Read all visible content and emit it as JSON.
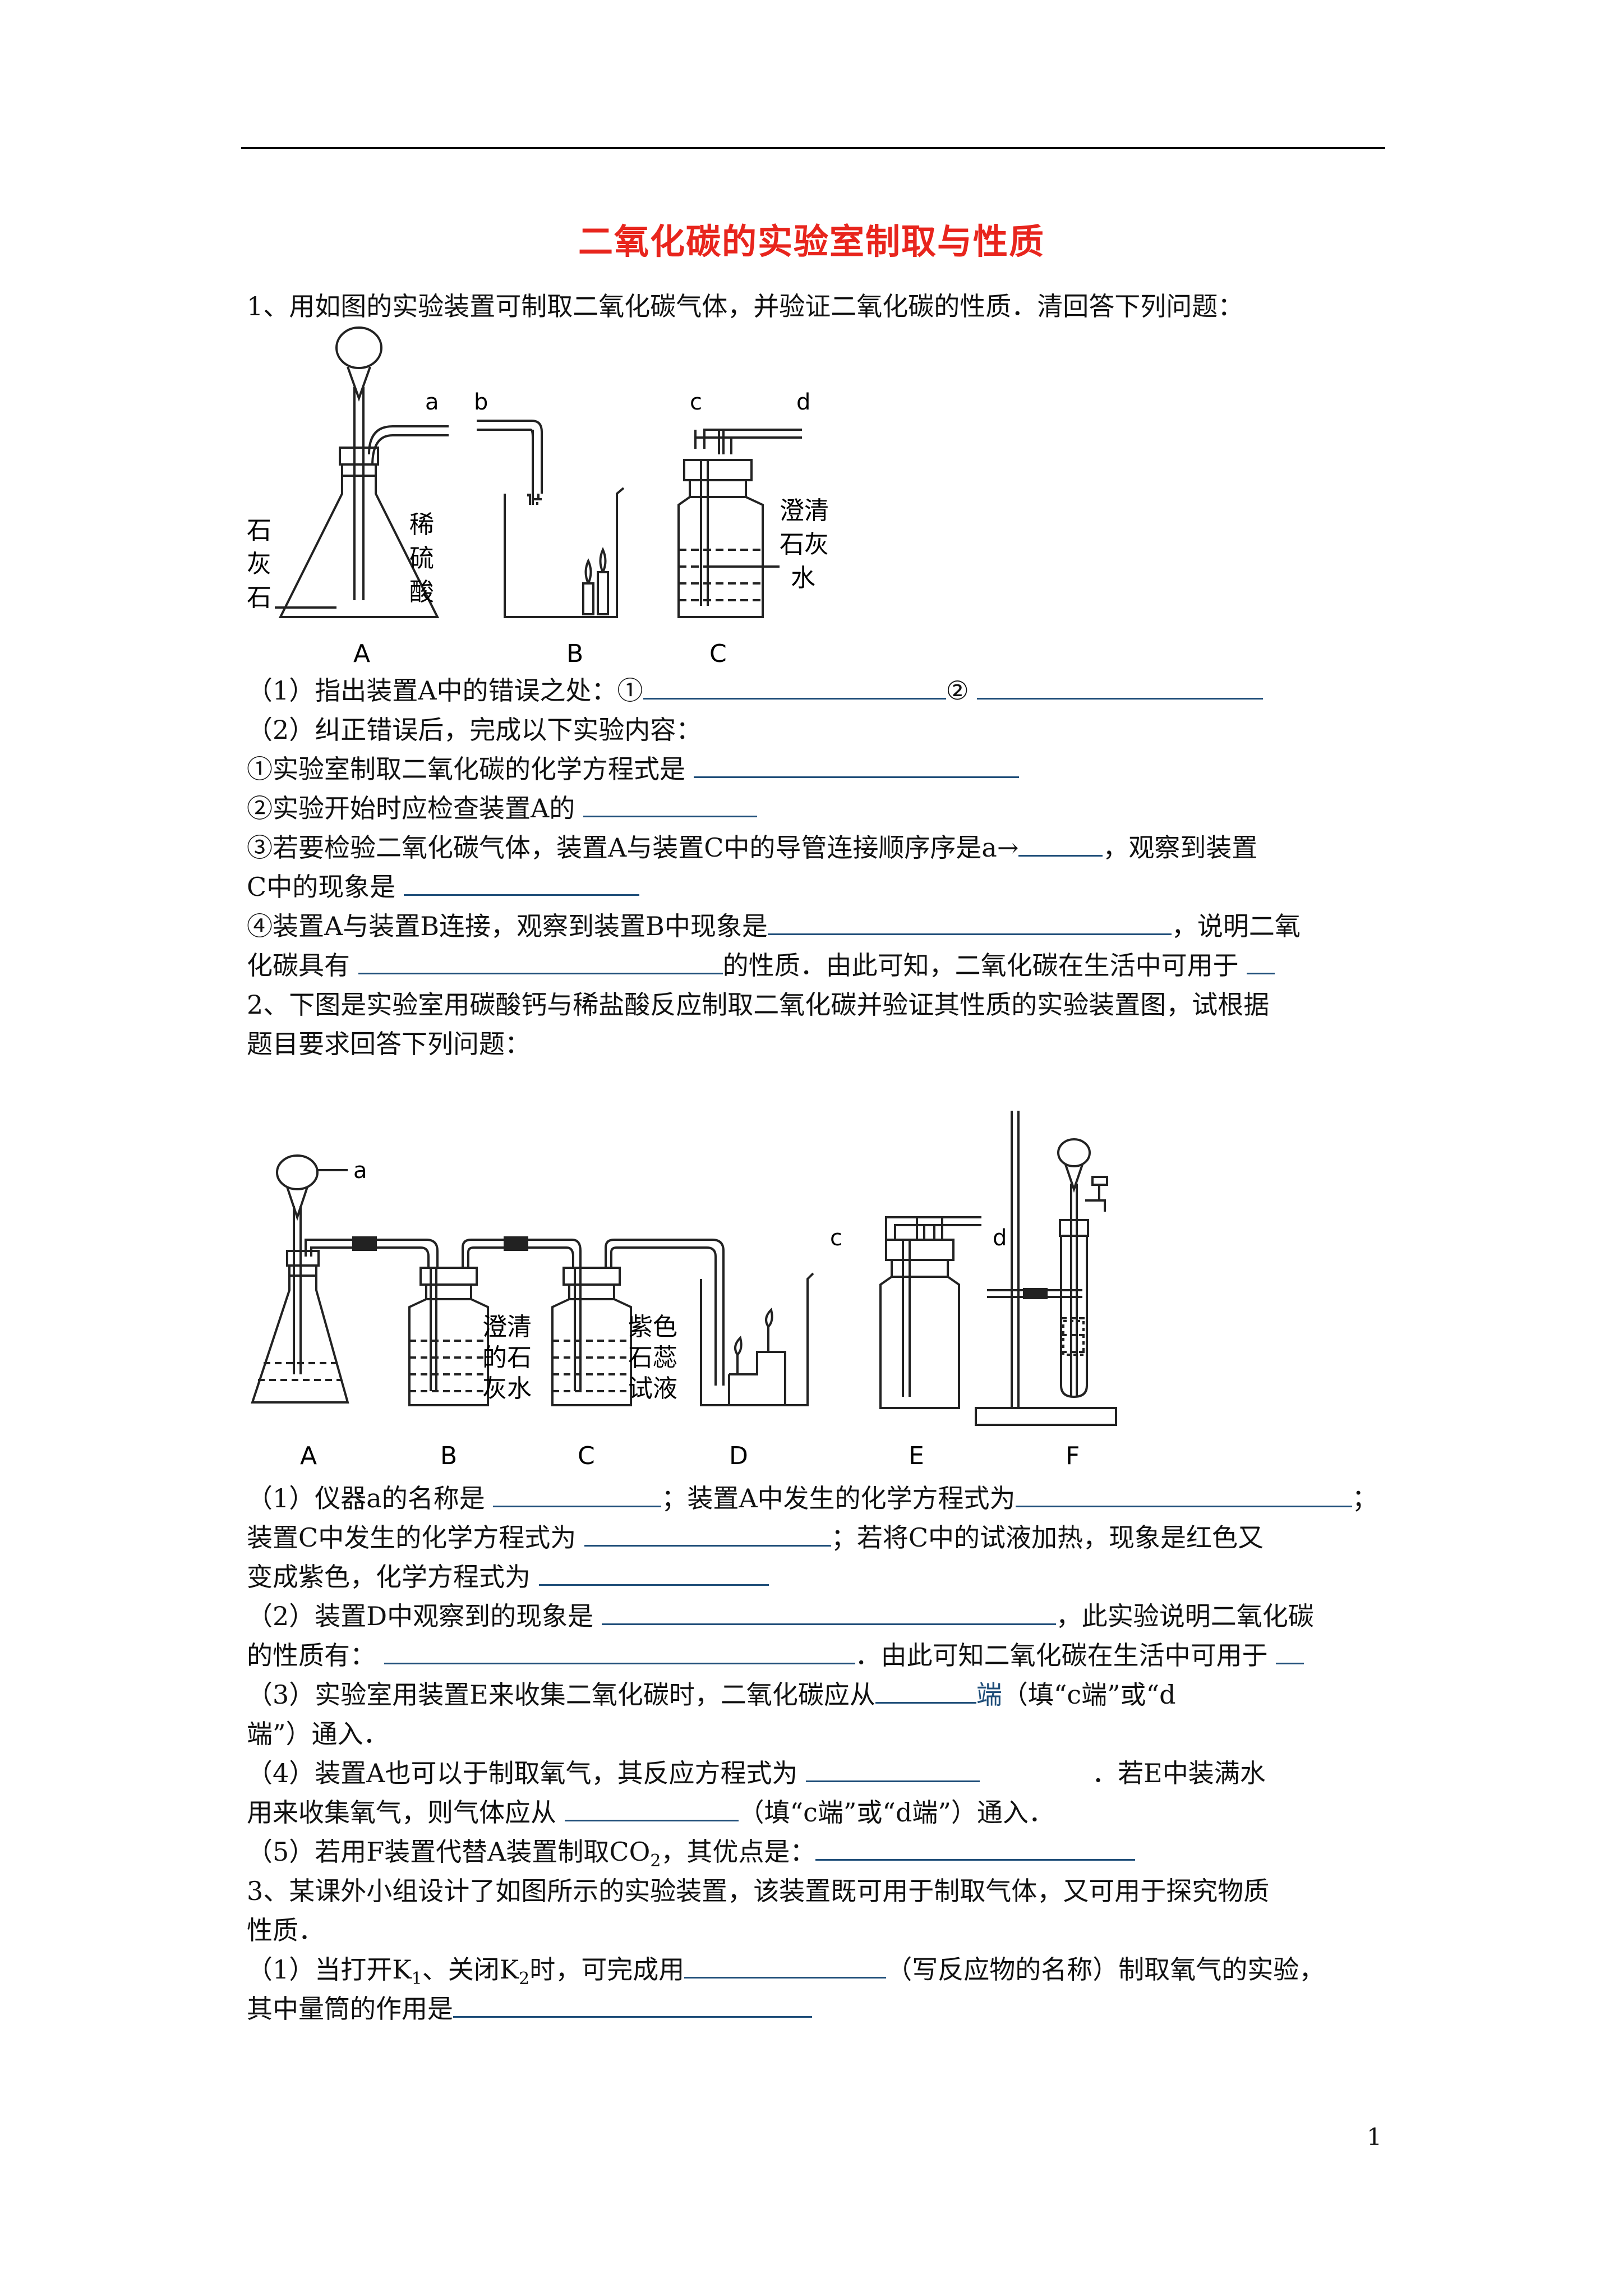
{
  "title": "二氧化碳的实验室制取与性质",
  "q1": {
    "stem": "1、用如图的实验装置可制取二氧化碳气体，并验证二氧化碳的性质．清回答下列问题：",
    "fig": {
      "a": "a",
      "b": "b",
      "c": "c",
      "d": "d",
      "A": "A",
      "B": "B",
      "C": "C",
      "left1": "石",
      "left2": "灰",
      "left3": "石",
      "right1": "稀",
      "right2": "硫",
      "right3": "酸",
      "c1": "澄清",
      "c2": "石灰",
      "c3": "水"
    },
    "p1": "（1）指出装置A中的错误之处：①",
    "p1b": "②",
    "p2": "（2）纠正错误后，完成以下实验内容：",
    "p3": "①实验室制取二氧化碳的化学方程式是",
    "p4": "②实验开始时应检查装置A的",
    "p5a": "③若要检验二氧化碳气体，装置A与装置C中的导管连接顺序序是a→",
    "p5b": "，观察到装置",
    "p6": "C中的现象是",
    "p7a": "④装置A与装置B连接，观察到装置B中现象是",
    "p7b": "，说明二氧",
    "p8a": "化碳具有",
    "p8b": "的性质．由此可知，二氧化碳在生活中可用于"
  },
  "q2": {
    "stem1": "2、下图是实验室用碳酸钙与稀盐酸反应制取二氧化碳并验证其性质的实验装置图，试根据",
    "stem2": "题目要求回答下列问题：",
    "fig": {
      "a": "a",
      "c": "c",
      "d": "d",
      "A": "A",
      "B": "B",
      "C": "C",
      "D": "D",
      "E": "E",
      "F": "F",
      "b1": "澄清",
      "b2": "的石",
      "b3": "灰水",
      "c1": "紫色",
      "c2": "石蕊",
      "c3": "试液"
    },
    "l1a": "（1）仪器a的名称是",
    "l1b": "；装置A中发生的化学方程式为",
    "l1c": "；",
    "l2a": "装置C中发生的化学方程式为",
    "l2b": "；若将C中的试液加热，现象是红色又",
    "l3": "变成紫色，化学方程式为",
    "l4a": "（2）装置D中观察到的现象是",
    "l4b": "，此实验说明二氧化碳",
    "l5a": "的性质有：",
    "l5b": "．由此可知二氧化碳在生活中可用于",
    "l6a": "（3）实验室用装置E来收集二氧化碳时，二氧化碳应从",
    "l6b": "端",
    "l6c": "（填“c端”或“d",
    "l7": "端”）通入．",
    "l8a": "（4）装置A也可以于制取氧气，其反应方程式为",
    "l8b": "．若E中装满水",
    "l9a": "用来收集氧气，则气体应从",
    "l9b": "（填“c端”或“d端”）通入．",
    "l10a": "（5）若用F装置代替A装置制取CO",
    "l10sub": "2",
    "l10b": "，其优点是："
  },
  "q3": {
    "stem1": "3、某课外小组设计了如图所示的实验装置，该装置既可用于制取气体，又可用于探究物质",
    "stem2": "性质．",
    "l1a": "（1）当打开K",
    "l1s1": "1",
    "l1b": "、关闭K",
    "l1s2": "2",
    "l1c": "时，可完成用",
    "l1d": "（写反应物的名称）制取氧气的实验，",
    "l2": "其中量筒的作用是"
  },
  "page_number": "1"
}
